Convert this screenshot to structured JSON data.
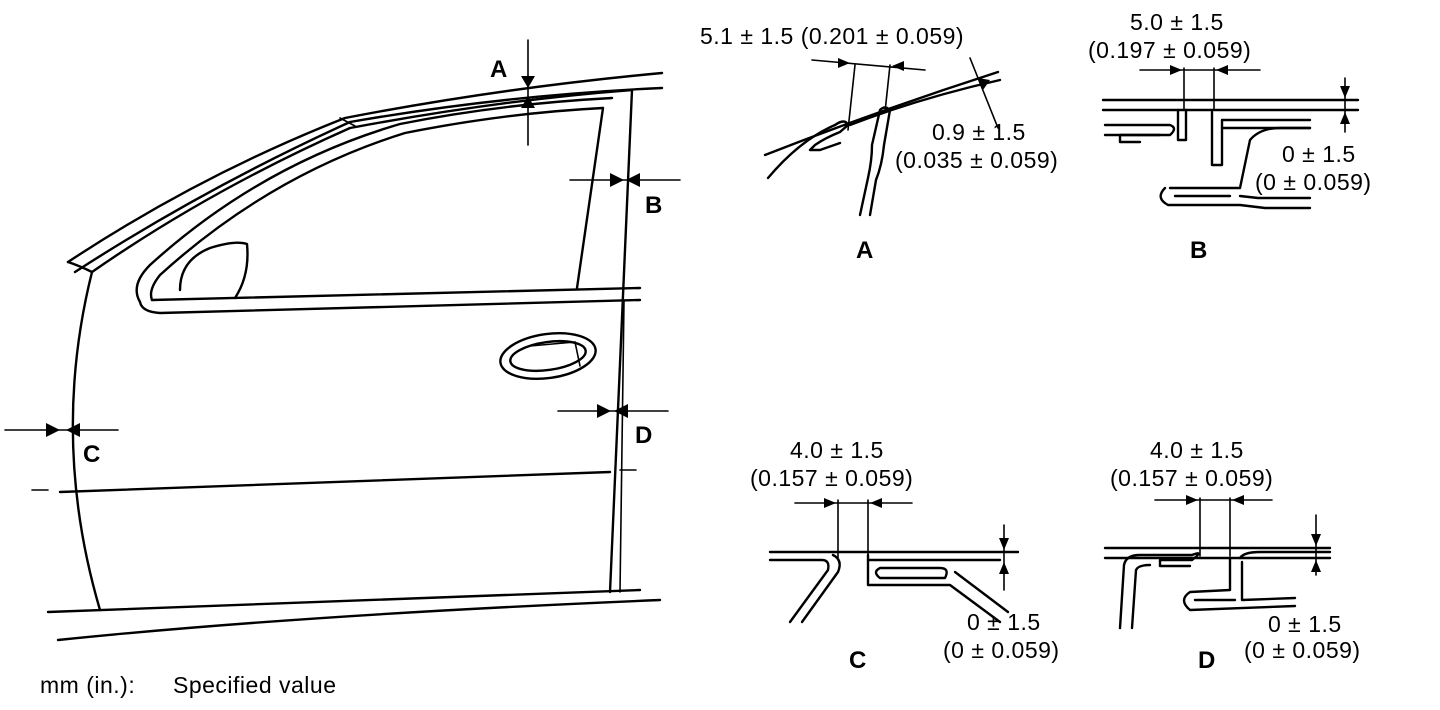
{
  "door_labels": {
    "a": "A",
    "b": "B",
    "c": "C",
    "d": "D"
  },
  "detail_a": {
    "dim_top": "5.1 ± 1.5 (0.201 ± 0.059)",
    "dim_side_mm": "0.9 ± 1.5",
    "dim_side_in": "(0.035 ± 0.059)",
    "caption": "A"
  },
  "detail_b": {
    "dim_top_mm": "5.0 ± 1.5",
    "dim_top_in": "(0.197 ± 0.059)",
    "dim_side_mm": "0 ± 1.5",
    "dim_side_in": "(0 ± 0.059)",
    "caption": "B"
  },
  "detail_c": {
    "dim_top_mm": "4.0 ± 1.5",
    "dim_top_in": "(0.157 ± 0.059)",
    "dim_side_mm": "0 ± 1.5",
    "dim_side_in": "(0 ± 0.059)",
    "caption": "C"
  },
  "detail_d": {
    "dim_top_mm": "4.0 ± 1.5",
    "dim_top_in": "(0.157 ± 0.059)",
    "dim_side_mm": "0 ± 1.5",
    "dim_side_in": "(0 ± 0.059)",
    "caption": "D"
  },
  "legend": {
    "units": "mm (in.):",
    "meaning": "Specified value"
  }
}
